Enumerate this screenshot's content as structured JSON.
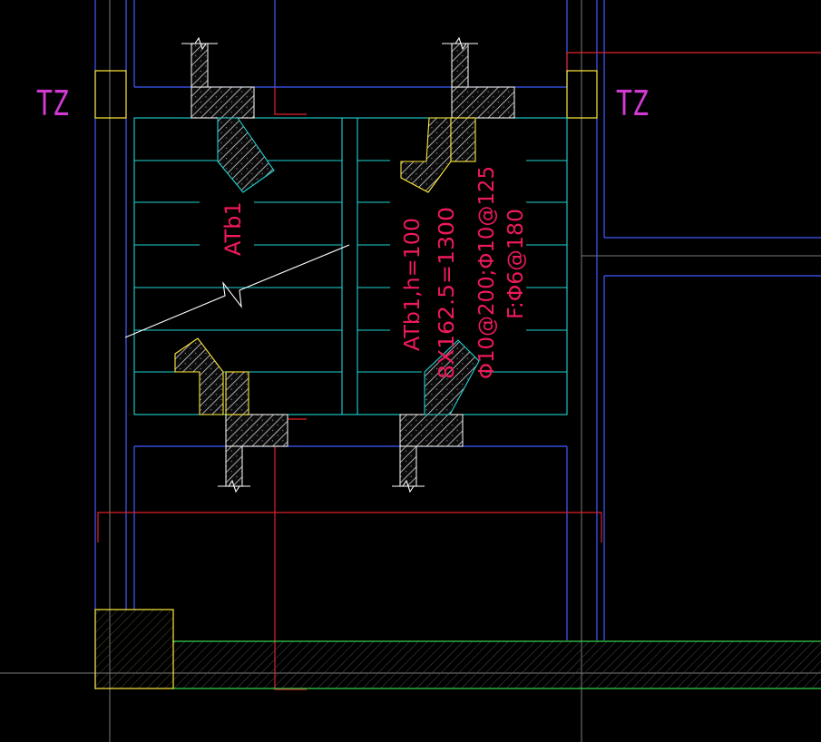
{
  "colors": {
    "background": "#000000",
    "blue": "#3f5bff",
    "cyan": "#1fd3d3",
    "yellow": "#ffea3a",
    "red": "#e0222b",
    "magenta": "#d23ad2",
    "label_red": "#ee1a5a",
    "white": "#ffffff",
    "green": "#34d34a",
    "gray": "#808080"
  },
  "labels": {
    "tz_left": "TZ",
    "tz_right": "TZ",
    "atb1_name": "ATb1",
    "spec_line1": "ATb1,h=100",
    "spec_line2": "8X162.5=1300",
    "spec_line3": "Φ10@200;Φ10@125",
    "spec_line4": "F:Φ6@180"
  }
}
